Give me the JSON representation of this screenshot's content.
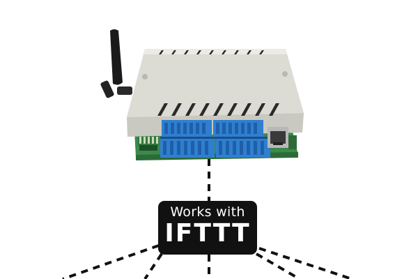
{
  "badge": {
    "line1": "Works with",
    "line2": "IFTTT"
  },
  "colors": {
    "background": "#ffffff",
    "enclosure": "#d9d9d2",
    "enclosure_shadow": "#b9b9b0",
    "vent_slot": "#2a2a2a",
    "terminal_block": "#2f7fd0",
    "terminal_block_dark": "#1f5fa8",
    "pcb": "#3a8a4a",
    "antenna": "#1a1a1a",
    "badge": "#111111",
    "badge_text": "#ffffff",
    "dashed_line": "#111111"
  },
  "icons": {
    "device": "wifi-relay-controller-image",
    "antenna": "antenna-icon",
    "ethernet": "ethernet-port-icon"
  }
}
